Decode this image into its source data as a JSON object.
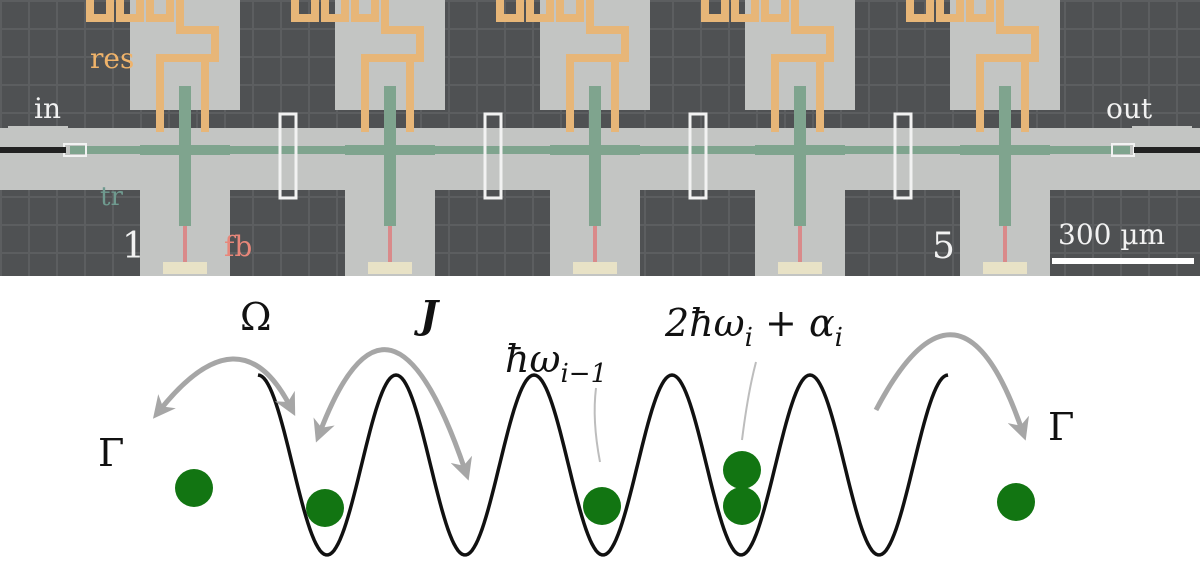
{
  "chip": {
    "labels": {
      "res": "res",
      "in": "in",
      "out": "out",
      "tr": "tr",
      "fb": "fb",
      "index_first": "1",
      "index_last": "5"
    },
    "scale_bar": "300 µm",
    "colors": {
      "substrate": "#4f5153",
      "metal": "#c3c5c3",
      "resonator": "#e7b678",
      "transmon": "#7fa48e",
      "flux_bias": "#d98a8a",
      "label_res": "#f0b36a",
      "label_tr": "#6f9a8f",
      "label_fb": "#e8877a",
      "label_white": "#f2f2f2"
    }
  },
  "diagram": {
    "labels": {
      "omega_drive": "Ω",
      "coupling": "J",
      "energy_single": "ħω",
      "energy_single_sub": "i−1",
      "energy_double_a": "2ħω",
      "energy_double_sub_a": "i",
      "energy_double_mid": " + α",
      "energy_double_sub_b": "i",
      "loss_left": "Γ",
      "loss_right": "Γ"
    },
    "colors": {
      "well": "#111111",
      "particle": "#127512",
      "arrow": "#a6a6a6",
      "leader": "#bdbdbd"
    }
  }
}
